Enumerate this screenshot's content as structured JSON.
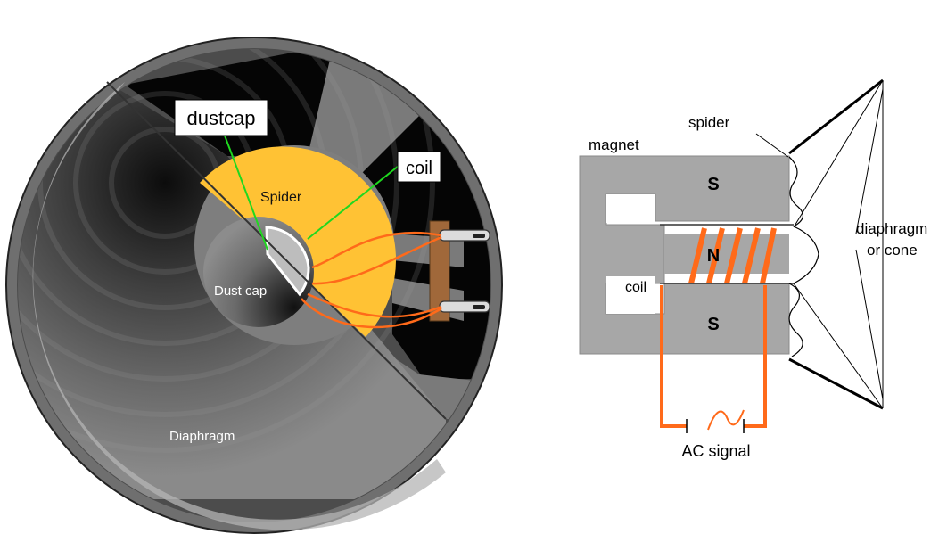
{
  "left_diagram": {
    "callouts": {
      "dustcap": "dustcap",
      "coil": "coil"
    },
    "labels": {
      "spider": "Spider",
      "dust_cap": "Dust cap",
      "diaphragm": "Diaphragm"
    }
  },
  "right_diagram": {
    "labels": {
      "spider": "spider",
      "magnet": "magnet",
      "pole_top": "S",
      "pole_middle": "N",
      "pole_bottom": "S",
      "coil": "coil",
      "diaphragm_line1": "diaphragm",
      "diaphragm_line2": "or cone",
      "signal": "AC signal"
    }
  },
  "colors": {
    "spider_fill": "#ffc234",
    "wire": "#ff6a1a",
    "callout_line": "#1fd81f",
    "terminal_strip": "#a0683a",
    "magnet": "#a7a7a7"
  }
}
